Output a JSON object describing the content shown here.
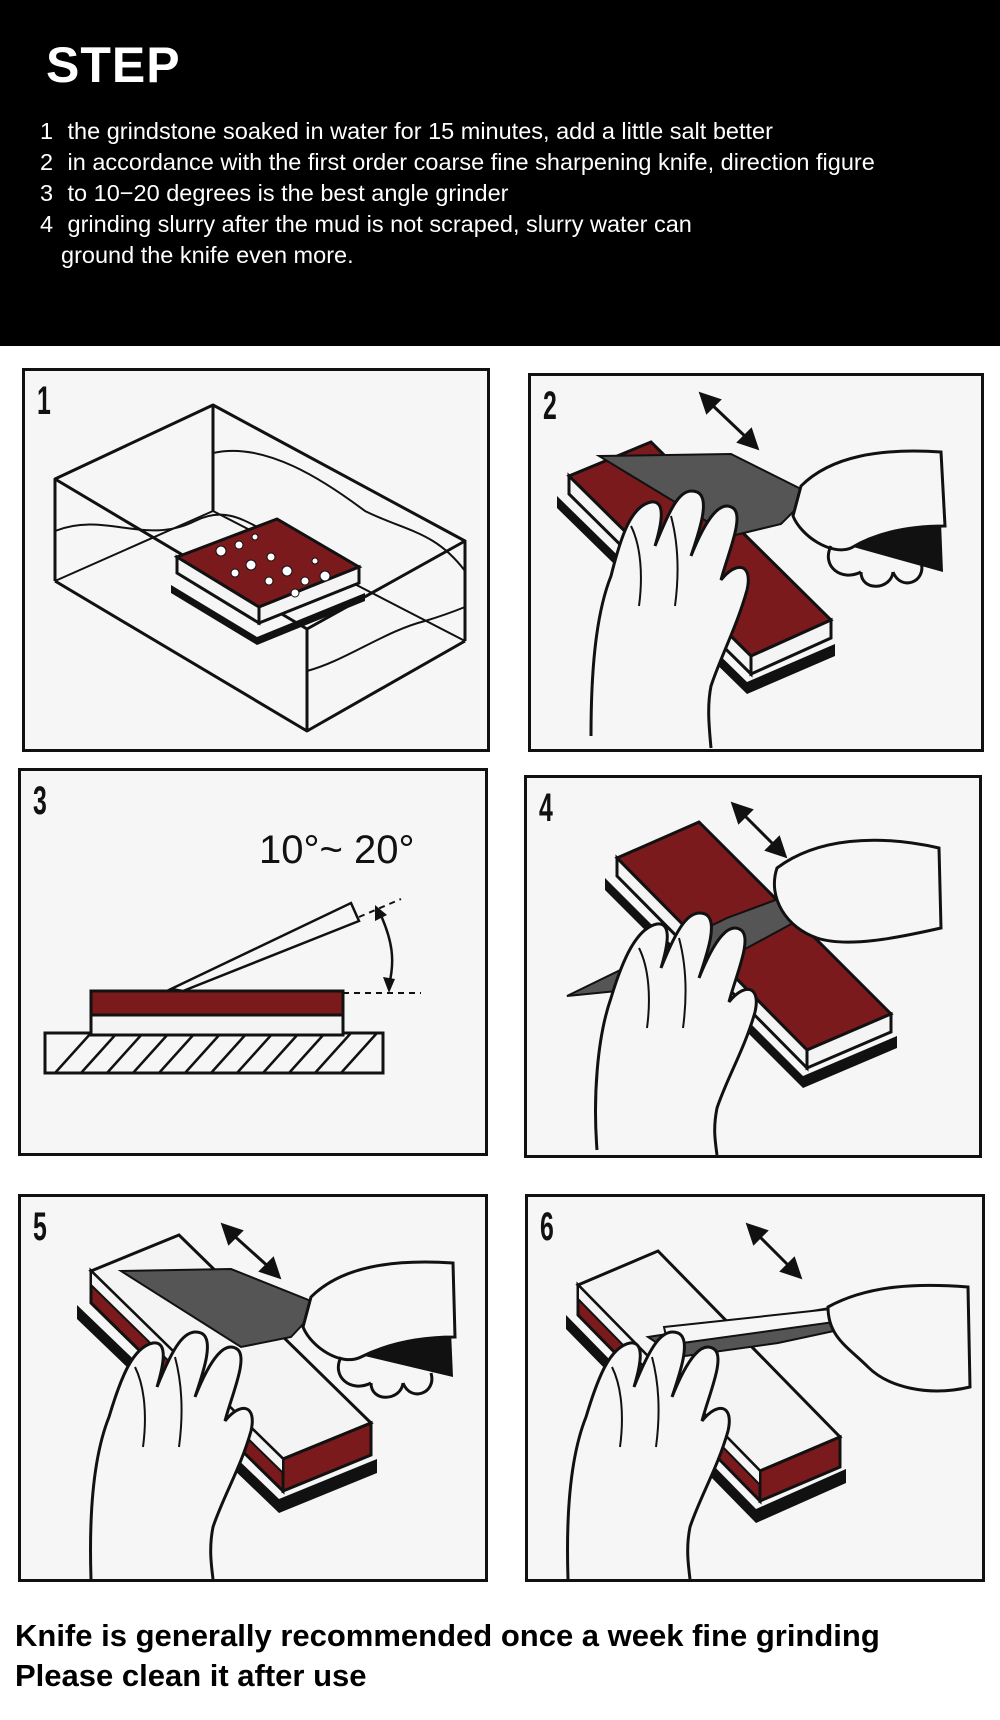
{
  "header": {
    "title": "STEP",
    "steps": [
      {
        "num": "1",
        "text": "the grindstone soaked in water for 15 minutes, add a little salt better",
        "cont": ""
      },
      {
        "num": "2",
        "text": "in accordance with the first order coarse fine sharpening knife, direction figure",
        "cont": ""
      },
      {
        "num": "3",
        "text": "to 10−20 degrees is the best angle grinder",
        "cont": ""
      },
      {
        "num": "4",
        "text": "grinding slurry after the mud is not scraped, slurry water can",
        "cont": "ground the knife even more."
      }
    ]
  },
  "panels": [
    {
      "num": "1"
    },
    {
      "num": "2"
    },
    {
      "num": "3",
      "angle_label": "10°~ 20°"
    },
    {
      "num": "4"
    },
    {
      "num": "5"
    },
    {
      "num": "6"
    }
  ],
  "colors": {
    "stone_red": "#7a1a1c",
    "stone_white": "#f4f4f4",
    "line": "#111111",
    "knife": "#555555"
  },
  "footer": {
    "line1": "Knife is generally recommended once a week fine grinding",
    "line2": "Please clean it after use"
  }
}
